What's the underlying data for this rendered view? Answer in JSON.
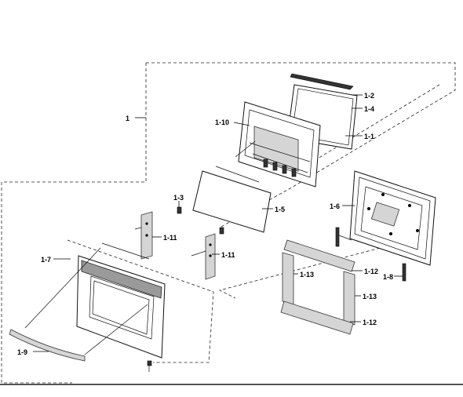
{
  "labels": {
    "l1": "1",
    "l1_1": "1-1",
    "l1_2": "1-2",
    "l1_3": "1-3",
    "l1_4": "1-4",
    "l1_5": "1-5",
    "l1_6": "1-6",
    "l1_7": "1-7",
    "l1_8": "1-8",
    "l1_9": "1-9",
    "l1_10": "1-10",
    "l1_11a": "1-11",
    "l1_11b": "1-11",
    "l1_12a": "1-12",
    "l1_12b": "1-12",
    "l1_13a": "1-13",
    "l1_13b": "1-13"
  },
  "colors": {
    "line": "#111111",
    "panel_grey": "#9a9a9a",
    "light_grey": "#d5d5d5"
  }
}
